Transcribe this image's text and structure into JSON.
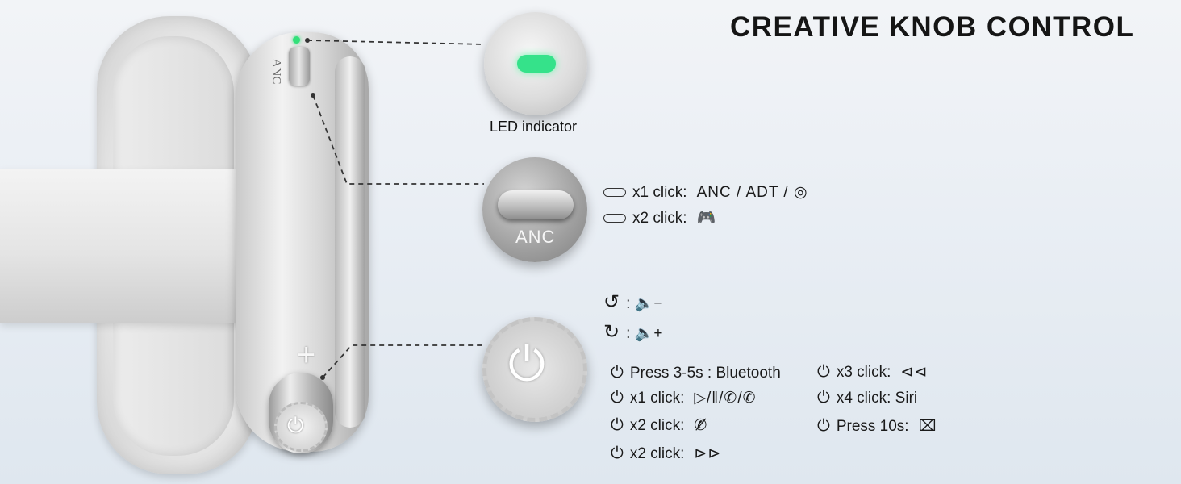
{
  "title": "CREATIVE KNOB CONTROL",
  "headphone": {
    "anc_label": "ANC",
    "plus_label": "+",
    "knob_symbol": "⏻"
  },
  "callouts": {
    "led_caption": "LED indicator",
    "anc_button_label": "ANC",
    "led_color": "#35e28a"
  },
  "anc_controls": [
    {
      "action": "x1 click:",
      "icons": "ANC / ADT / ◎"
    },
    {
      "action": "x2 click:",
      "icons": "🎮"
    }
  ],
  "rotate_controls": [
    {
      "icon": "↺",
      "label": ": 🔈−"
    },
    {
      "icon": "↻",
      "label": ": 🔈+"
    }
  ],
  "power_controls_left": [
    {
      "action": "Press 3-5s : Bluetooth",
      "icons": ""
    },
    {
      "action": "x1 click:",
      "icons": "▷/‖/✆/✆"
    },
    {
      "action": "x2 click:",
      "icons": "✆̸"
    },
    {
      "action": "x2 click:",
      "icons": "⊳⊳"
    }
  ],
  "power_controls_right": [
    {
      "action": "x3 click:",
      "icons": "⊲⊲"
    },
    {
      "action": "x4 click: Siri",
      "icons": ""
    },
    {
      "action": "Press 10s:",
      "icons": "⌧"
    }
  ]
}
